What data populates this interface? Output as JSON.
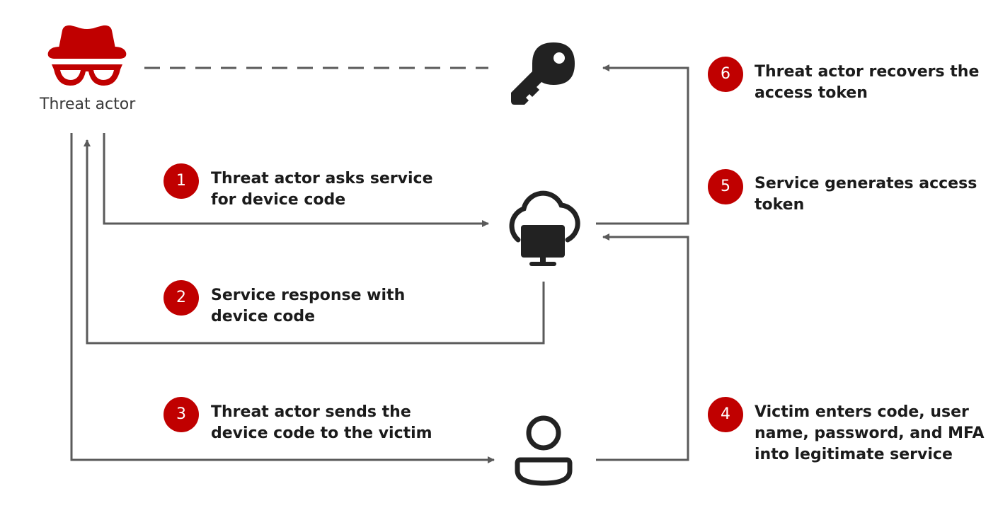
{
  "colors": {
    "accent": "#c00000",
    "icon": "#222222",
    "line": "#5a5a5a"
  },
  "actor": {
    "label": "Threat actor",
    "icon": "spy-hat-glasses-icon"
  },
  "icons": {
    "key": "key-icon",
    "service": "cloud-monitor-icon",
    "victim": "user-icon"
  },
  "steps": [
    {
      "num": "1",
      "lines": [
        "Threat actor asks service",
        "for device code"
      ]
    },
    {
      "num": "2",
      "lines": [
        "Service response with",
        "device code"
      ]
    },
    {
      "num": "3",
      "lines": [
        "Threat actor sends the",
        "device code to the victim"
      ]
    },
    {
      "num": "4",
      "lines": [
        "Victim enters code, user",
        "name, password, and MFA",
        "into legitimate service"
      ]
    },
    {
      "num": "5",
      "lines": [
        "Service generates access",
        "token"
      ]
    },
    {
      "num": "6",
      "lines": [
        "Threat actor recovers the",
        "access token"
      ]
    }
  ]
}
